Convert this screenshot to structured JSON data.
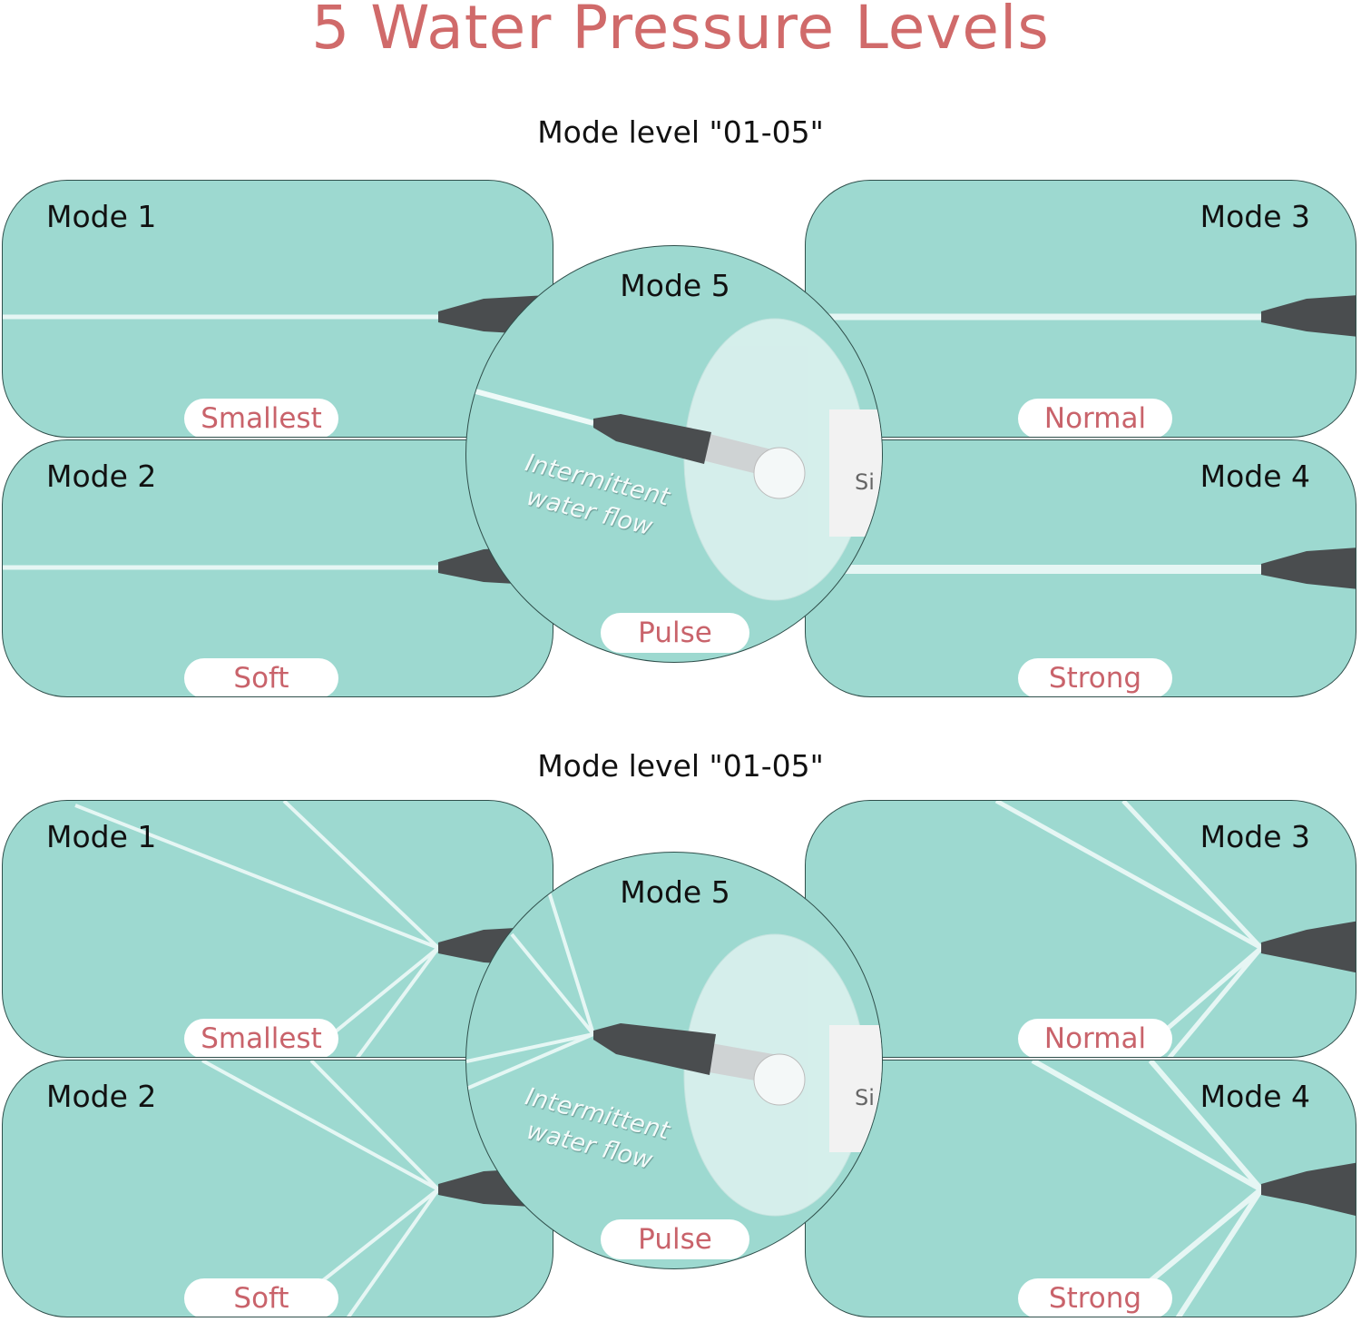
{
  "title": "5 Water Pressure Levels",
  "sections": [
    {
      "subtitle": "Mode level \"01-05\"",
      "modes": [
        {
          "name": "Mode 1",
          "label": "Smallest"
        },
        {
          "name": "Mode 2",
          "label": "Soft"
        },
        {
          "name": "Mode 3",
          "label": "Normal"
        },
        {
          "name": "Mode 4",
          "label": "Strong"
        },
        {
          "name": "Mode 5",
          "label": "Pulse"
        }
      ],
      "note": "Intermittent water flow",
      "side_text": "Si"
    },
    {
      "subtitle": "Mode level \"01-05\"",
      "modes": [
        {
          "name": "Mode 1",
          "label": "Smallest"
        },
        {
          "name": "Mode 2",
          "label": "Soft"
        },
        {
          "name": "Mode 3",
          "label": "Normal"
        },
        {
          "name": "Mode 4",
          "label": "Strong"
        },
        {
          "name": "Mode 5",
          "label": "Pulse"
        }
      ],
      "note": "Intermittent water flow",
      "side_text": "Si"
    }
  ],
  "colors": {
    "teal": "#9dd9d0",
    "accent": "#d06a6a",
    "label": "#c9636b"
  }
}
